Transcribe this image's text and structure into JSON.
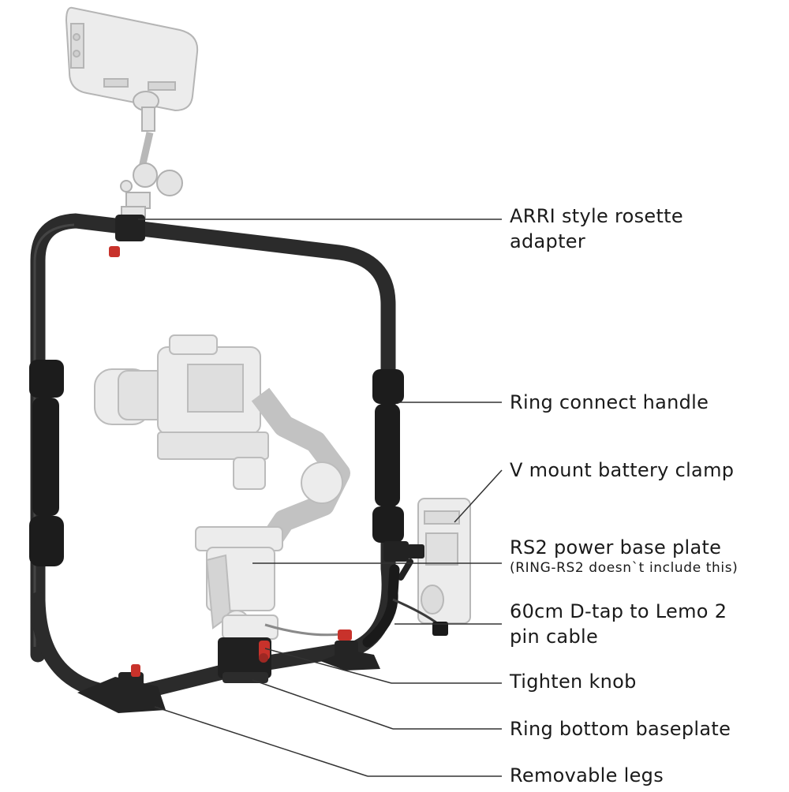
{
  "labels": {
    "rosette_line1": "ARRI style rosette",
    "rosette_line2": "adapter",
    "ring_handle": "Ring connect handle",
    "vmount": "V mount battery clamp",
    "rs2_plate": "RS2 power base plate",
    "rs2_note": "(RING-RS2 doesn`t include this)",
    "cable_line1": "60cm D-tap to Lemo 2",
    "cable_line2": "pin cable",
    "tighten_knob": "Tighten knob",
    "bottom_baseplate": "Ring bottom baseplate",
    "removable_legs": "Removable legs"
  },
  "colors": {
    "ring": "#2b2b2b",
    "grip": "#1c1c1c",
    "accent_red": "#c8322b",
    "ghost": "#c4c4c4",
    "leader": "#333333"
  }
}
